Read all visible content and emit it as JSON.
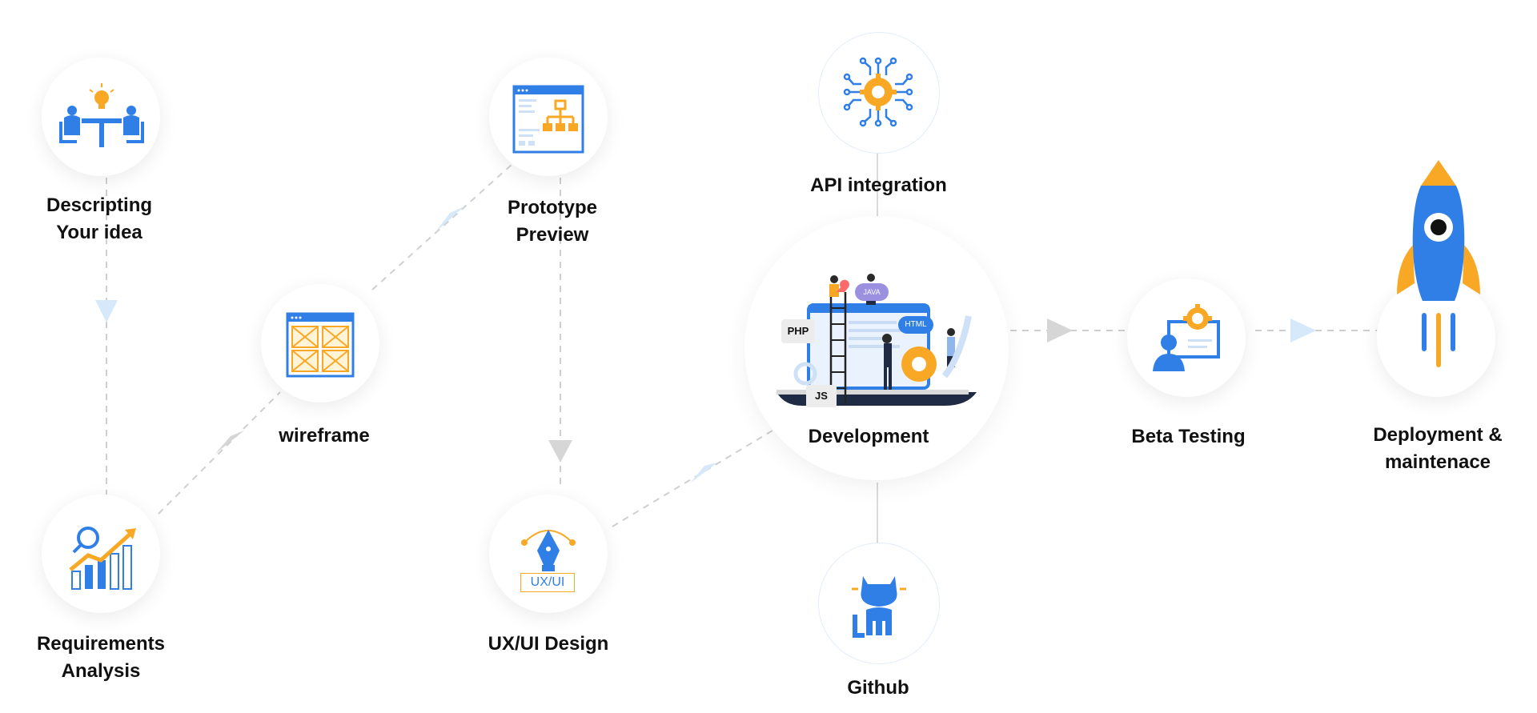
{
  "steps": {
    "describing": {
      "line1": "Descripting",
      "line2": "Your idea"
    },
    "requirements": {
      "line1": "Requirements",
      "line2": "Analysis"
    },
    "wireframe": {
      "label": "wireframe"
    },
    "prototype": {
      "line1": "Prototype",
      "line2": "Preview"
    },
    "uxui": {
      "label": "UX/UI Design",
      "badge": "UX/UI"
    },
    "api": {
      "label": "API integration"
    },
    "development": {
      "label": "Development",
      "tags": {
        "php": "PHP",
        "java": "JAVA",
        "html": "HTML",
        "js": "JS"
      }
    },
    "github": {
      "label": "Github"
    },
    "beta": {
      "label": "Beta Testing"
    },
    "deployment": {
      "line1": "Deployment &",
      "line2": "maintenace"
    }
  },
  "colors": {
    "blue": "#2f7fe6",
    "orange": "#f9a825",
    "connector": "#cfcfcf",
    "arrow_blue": "#d5e9fb",
    "arrow_gray": "#d6d6d6"
  }
}
